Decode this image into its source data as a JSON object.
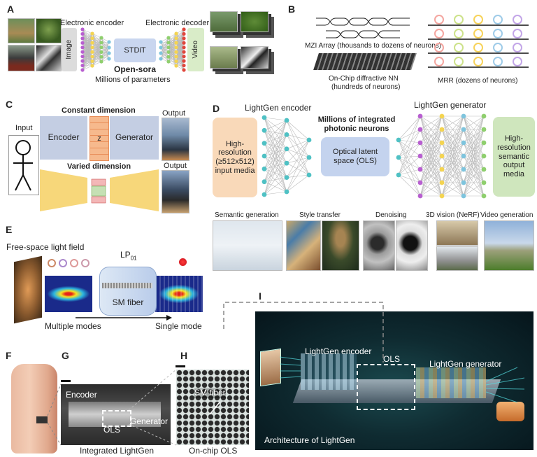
{
  "panels": {
    "A": "A",
    "B": "B",
    "C": "C",
    "D": "D",
    "E": "E",
    "F": "F",
    "G": "G",
    "H": "H",
    "I": "I"
  },
  "a": {
    "encoder": "Electronic encoder",
    "decoder": "Electronic decoder",
    "image": "Image",
    "video": "Video",
    "stdit": "STDiT",
    "model": "Open-sora",
    "params": "Millions of parameters"
  },
  "b": {
    "mzi": "MZI Array (thousands to dozens of neurons)",
    "diffractive": "On-Chip diffractive NN",
    "diffractive_sub": "(hundreds of neurons)",
    "mrr": "MRR (dozens of neurons)",
    "ring_colors": [
      "#f4a6a0",
      "#cde28a",
      "#f7d35a",
      "#9ecbe8",
      "#c3a6e8"
    ]
  },
  "c": {
    "input": "Input",
    "output1": "Output",
    "output2": "Output",
    "constant": "Constant dimension",
    "varied": "Varied dimension",
    "encoder": "Encoder",
    "generator": "Generator",
    "z": "z"
  },
  "d": {
    "encoder_title": "LightGen encoder",
    "generator_title": "LightGen generator",
    "millions": "Millions of integrated photonic neurons",
    "input": "High-resolution (≥512x512) input media",
    "ols": "Optical latent space (OLS)",
    "output": "High-resolution semantic output media",
    "tasks": [
      "Semantic generation",
      "Style transfer",
      "Denoising",
      "3D vision (NeRF)",
      "Video generation"
    ]
  },
  "e": {
    "field": "Free-space light field",
    "mode": "LP",
    "mode_sub": "01",
    "fiber": "SM fiber",
    "multi": "Multiple modes",
    "single": "Single mode"
  },
  "g": {
    "encoder": "Encoder",
    "ols": "OLS",
    "generator": "Generator",
    "caption": "Integrated LightGen"
  },
  "h": {
    "fiber": "SM fiber",
    "caption": "On-chip OLS"
  },
  "i": {
    "encoder": "LightGen encoder",
    "ols": "OLS",
    "generator": "LightGen generator",
    "caption": "Architecture of LightGen"
  },
  "colors": {
    "purple": "#b85fd0",
    "yellow": "#f4d451",
    "green": "#8fcf6e",
    "blue": "#7ec4dd",
    "red": "#e0463c",
    "teal": "#4fc1c4"
  }
}
